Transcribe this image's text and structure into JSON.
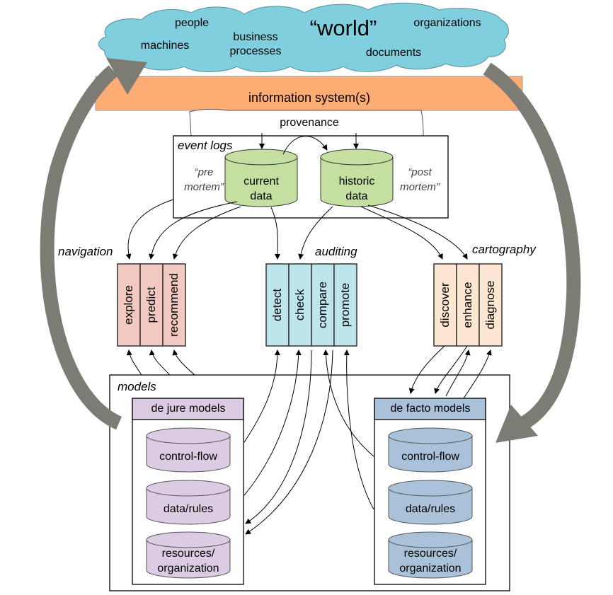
{
  "world": {
    "title": "“world”",
    "items": [
      "people",
      "machines",
      "business processes",
      "organizations",
      "documents"
    ]
  },
  "info_system": {
    "label": "information system(s)"
  },
  "provenance": {
    "label": "provenance"
  },
  "event_logs": {
    "title": "event logs",
    "current": "current data",
    "historic": "historic data",
    "pre": "“pre mortem”",
    "post": "“post mortem”"
  },
  "groups": [
    {
      "title": "navigation",
      "items": [
        "explore",
        "predict",
        "recommend"
      ]
    },
    {
      "title": "auditing",
      "items": [
        "detect",
        "check",
        "compare",
        "promote"
      ]
    },
    {
      "title": "cartography",
      "items": [
        "discover",
        "enhance",
        "diagnose"
      ]
    }
  ],
  "models": {
    "title": "models",
    "dejure": {
      "title": "de jure models",
      "items": [
        "control-flow",
        "data/rules",
        "resources/ organization"
      ]
    },
    "defacto": {
      "title": "de facto models",
      "items": [
        "control-flow",
        "data/rules",
        "resources/ organization"
      ]
    }
  },
  "colors": {
    "cloud": "#7fcfde",
    "info_system": "#fdac74",
    "current_data": "#c5dfa0",
    "navigation": "#f2c9c0",
    "auditing": "#bde6ec",
    "cartography": "#fde6d2",
    "dejure": "#dccce3",
    "defacto": "#a9c1d9",
    "big_arrow": "#7c7c74"
  }
}
